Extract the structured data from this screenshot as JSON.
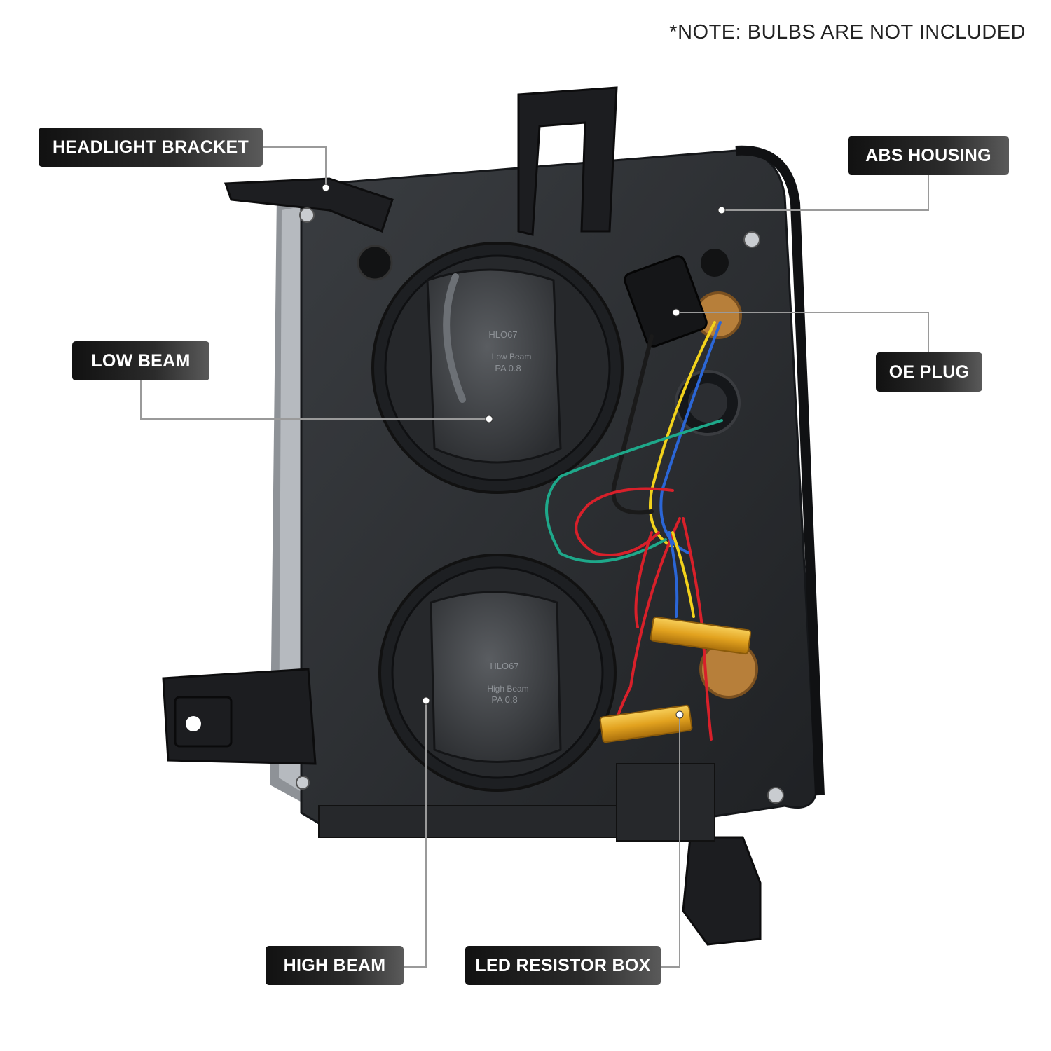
{
  "note": "*NOTE: BULBS ARE NOT INCLUDED",
  "callouts": {
    "headlight_bracket": "HEADLIGHT BRACKET",
    "abs_housing": "ABS HOUSING",
    "low_beam": "LOW BEAM",
    "oe_plug": "OE PLUG",
    "high_beam": "HIGH BEAM",
    "led_resistor_box": "LED RESISTOR BOX"
  },
  "cap_text": {
    "low": {
      "model": "HLO67",
      "name": "Low Beam",
      "spec": "PA 0.8"
    },
    "high": {
      "model": "HLO67",
      "name": "High Beam",
      "spec": "PA 0.8"
    }
  },
  "colors": {
    "housing": "#2a2c2f",
    "label_bg": "#1a1a1a",
    "resistor": "#e2a21f"
  }
}
